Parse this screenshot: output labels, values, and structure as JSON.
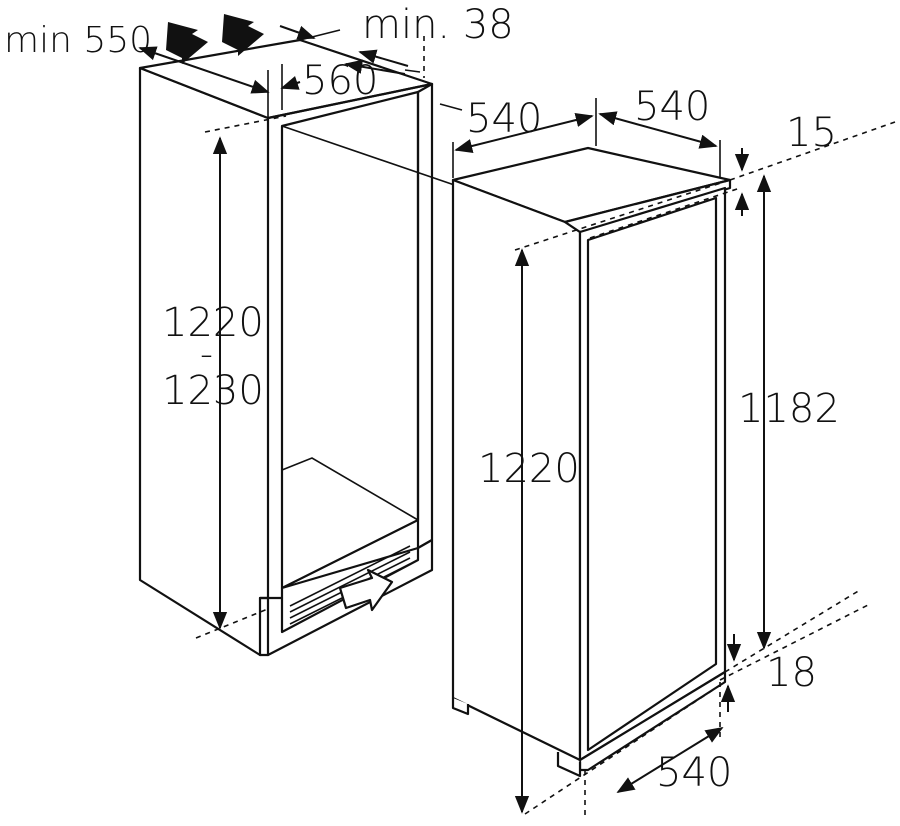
{
  "diagram": {
    "labels": {
      "min_550": "min 550",
      "min_38": "min. 38",
      "w_560": "560",
      "niche_height_top": "1220",
      "niche_height_sep": "-",
      "niche_height_bottom": "1230",
      "depth_540_left": "540",
      "width_540_top": "540",
      "gap_15": "15",
      "door_height_1182": "1182",
      "appliance_height_1220": "1220",
      "gap_18": "18",
      "width_540_bottom": "540"
    }
  }
}
